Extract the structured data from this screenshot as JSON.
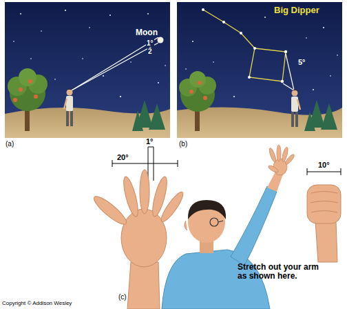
{
  "diagram": {
    "labels": [
      "Moon",
      "1°",
      "2",
      "Big Dipper",
      "5°",
      "(a)",
      "(b)",
      "1°",
      "20°",
      "10°",
      "Stretch out your arm as shown here.",
      "(c)",
      "Copyright © Addison Wesley"
    ]
  }
}
